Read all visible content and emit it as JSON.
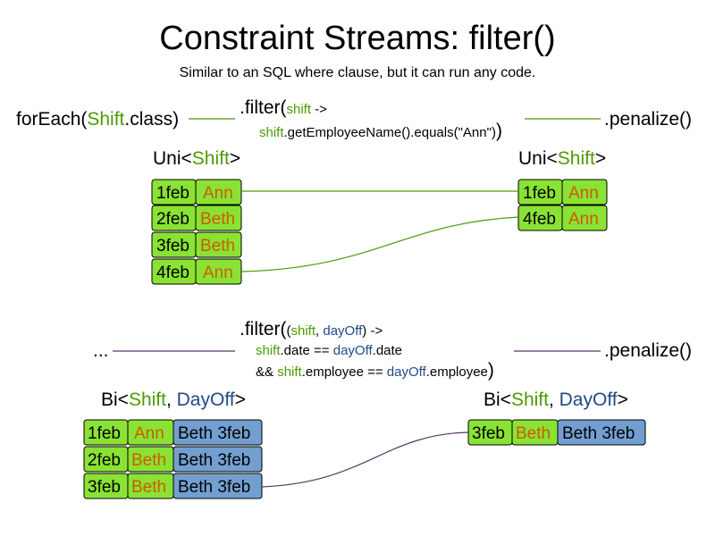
{
  "title": "Constraint Streams: filter()",
  "subtitle": "Similar to an SQL where clause, but it can run any code.",
  "uni_section": {
    "source": {
      "prefix": "forEach(",
      "cls": "Shift",
      "suffix": ".class)"
    },
    "filter": {
      "line1_prefix": ".filter(",
      "line1_param": "shift",
      "line1_arrow": " ->",
      "line2_var": "shift",
      "line2_rest": ".getEmployeeName().equals(\"Ann\")",
      "close": ")"
    },
    "penalize": ".penalize()",
    "input_label": {
      "prefix": "Uni<",
      "type": "Shift",
      "suffix": ">"
    },
    "output_label": {
      "prefix": "Uni<",
      "type": "Shift",
      "suffix": ">"
    },
    "input_rows": [
      {
        "date": "1feb",
        "name": "Ann"
      },
      {
        "date": "2feb",
        "name": "Beth"
      },
      {
        "date": "3feb",
        "name": "Beth"
      },
      {
        "date": "4feb",
        "name": "Ann"
      }
    ],
    "output_rows": [
      {
        "date": "1feb",
        "name": "Ann"
      },
      {
        "date": "4feb",
        "name": "Ann"
      }
    ]
  },
  "bi_section": {
    "source": "...",
    "filter": {
      "line1_prefix": ".filter(",
      "line1_open": "(",
      "line1_param1": "shift",
      "line1_comma": ", ",
      "line1_param2": "dayOff",
      "line1_arrow": ") ->",
      "line2_var1": "shift",
      "line2_mid": ".date == ",
      "line2_var2": "dayOff",
      "line2_end": ".date",
      "line3_prefix": "&& ",
      "line3_var1": "shift",
      "line3_mid": ".employee == ",
      "line3_var2": "dayOff",
      "line3_end": ".employee",
      "close": ")"
    },
    "penalize": ".penalize()",
    "input_label": {
      "prefix": "Bi<",
      "type1": "Shift",
      "comma": ", ",
      "type2": "DayOff",
      "suffix": ">"
    },
    "output_label": {
      "prefix": "Bi<",
      "type1": "Shift",
      "comma": ", ",
      "type2": "DayOff",
      "suffix": ">"
    },
    "input_rows": [
      {
        "date": "1feb",
        "name": "Ann",
        "dayoff": "Beth 3feb"
      },
      {
        "date": "2feb",
        "name": "Beth",
        "dayoff": "Beth 3feb"
      },
      {
        "date": "3feb",
        "name": "Beth",
        "dayoff": "Beth 3feb"
      }
    ],
    "output_rows": [
      {
        "date": "3feb",
        "name": "Beth",
        "dayoff": "Beth 3feb"
      }
    ]
  },
  "colors": {
    "type_green": "#4e9a06",
    "name_orange": "#ce5c00",
    "var_blue": "#204a87",
    "cell_green": "#8ae234",
    "cell_blue": "#729fcf",
    "connector_purple": "#5c3566"
  }
}
